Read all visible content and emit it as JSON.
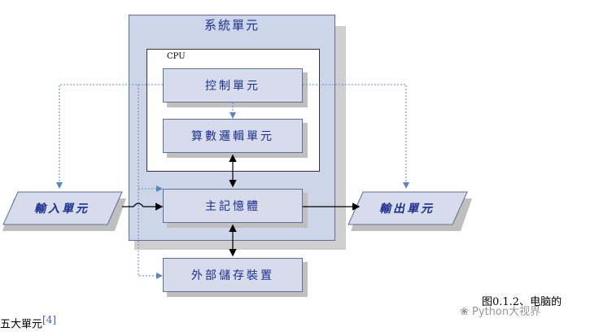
{
  "diagram": {
    "system_unit": {
      "label": "系統單元"
    },
    "cpu": {
      "label": "CPU"
    },
    "control_unit": {
      "label": "控制單元"
    },
    "alu": {
      "label": "算數邏輯單元"
    },
    "main_memory": {
      "label": "主記憶體"
    },
    "input_unit": {
      "label": "輸入單元"
    },
    "output_unit": {
      "label": "輸出單元"
    },
    "external_storage": {
      "label": "外部儲存裝置"
    },
    "colors": {
      "box_fill": "#d6dcec",
      "system_fill": "#cdd5e8",
      "border": "#5c6e94",
      "text": "#1f2f8f",
      "control_line": "#5a86c0"
    }
  },
  "caption": {
    "text": "图0.1.2、电脑的"
  },
  "footer": {
    "text": "五大單元",
    "ref": "[4]"
  },
  "watermark": {
    "text": "Python大视界",
    "icon": "wechat-icon"
  }
}
